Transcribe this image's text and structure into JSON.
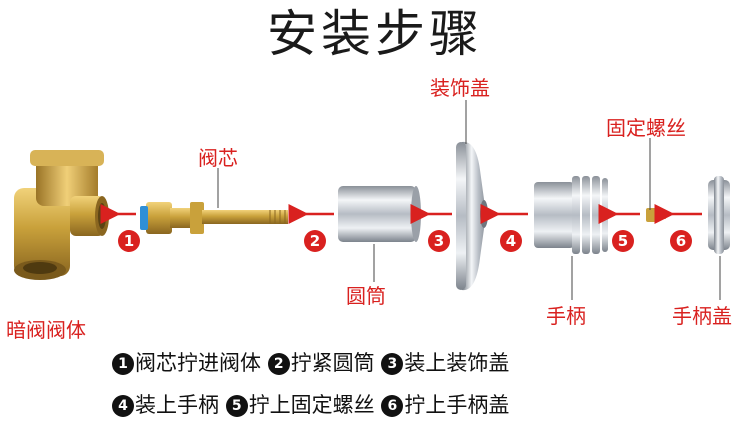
{
  "title": "安装步骤",
  "parts": {
    "valve_core": "阀芯",
    "decorative_cover": "装饰盖",
    "fixing_screw": "固定螺丝",
    "concealed_valve_body": "暗阀阀体",
    "round_sleeve": "圆筒",
    "handle": "手柄",
    "handle_cap": "手柄盖"
  },
  "markers": [
    "1",
    "2",
    "3",
    "4",
    "5",
    "6"
  ],
  "steps": [
    {
      "num": "1",
      "text": "阀芯拧进阀体"
    },
    {
      "num": "2",
      "text": "拧紧圆筒"
    },
    {
      "num": "3",
      "text": "装上装饰盖"
    },
    {
      "num": "4",
      "text": "装上手柄"
    },
    {
      "num": "5",
      "text": "拧上固定螺丝"
    },
    {
      "num": "6",
      "text": "拧上手柄盖"
    }
  ],
  "colors": {
    "accent": "#d9211f",
    "brass": "#c9a13b",
    "chrome": "#cfd3d8",
    "text": "#111111"
  }
}
